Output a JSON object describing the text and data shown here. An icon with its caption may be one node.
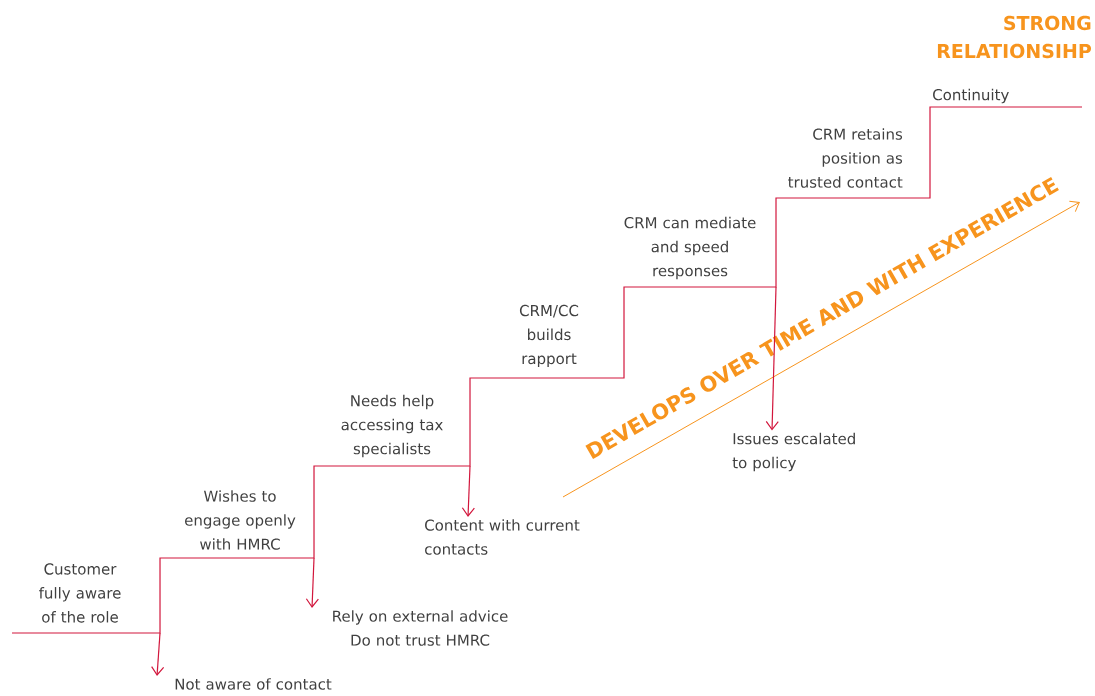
{
  "diagram": {
    "title": "STRONG RELATIONSIHP",
    "nodes": [
      {
        "text": [
          "Customer fully aware of the role"
        ]
      },
      {
        "text": [
          "Not aware of contact"
        ]
      },
      {
        "text": [
          "Wishes to engage openly with HMRC"
        ]
      },
      {
        "text": [
          "Rely on external advice Do not trust HMRC"
        ]
      },
      {
        "text": [
          "Needs help accessing tax specialists"
        ]
      },
      {
        "text": [
          "Content with current contacts"
        ]
      },
      {
        "text": [
          "CRM/CC builds rapport"
        ]
      },
      {
        "text": [
          "CRM can mediate and speed responses"
        ]
      },
      {
        "text": [
          "Issues escalated to policy"
        ]
      },
      {
        "text": [
          "CRM retains position as trusted contact"
        ]
      },
      {
        "text": [
          "Continuity"
        ]
      }
    ],
    "edges": [
      {
        "from": 0,
        "to": 1,
        "arrow": "to"
      },
      {
        "from": 2,
        "to": 3,
        "arrow": "to"
      },
      {
        "from": 4,
        "to": 5,
        "arrow": "to"
      },
      {
        "from": 7,
        "to": 8,
        "arrow": "to"
      }
    ],
    "labels": [
      "DEVELOPS OVER TIME AND WITH EXPERIENCE"
    ]
  }
}
